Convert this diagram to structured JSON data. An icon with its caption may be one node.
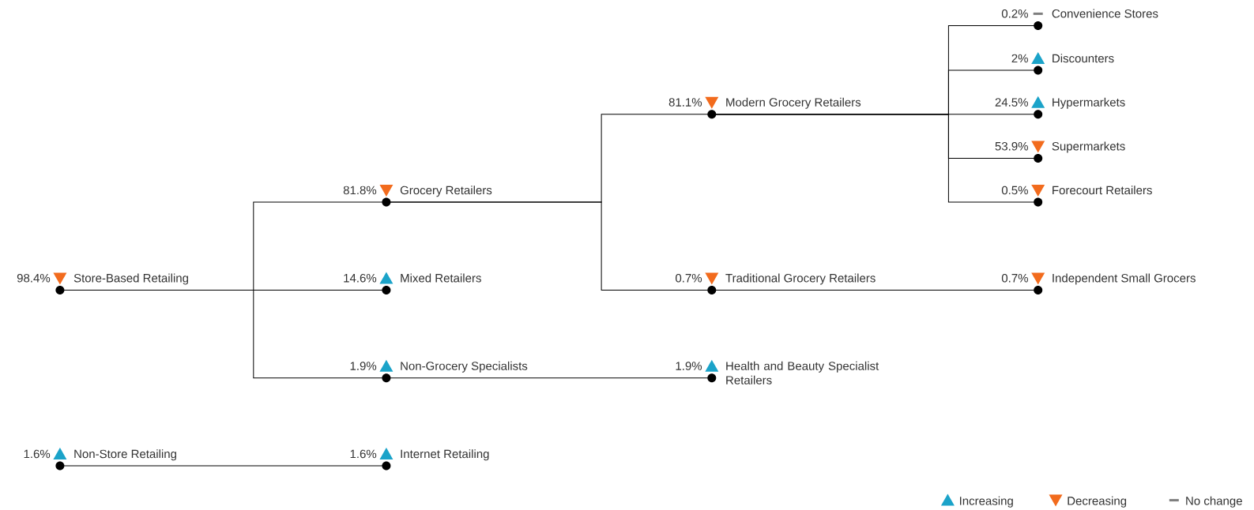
{
  "diagram": {
    "nodes": [
      {
        "text": [
          "98.4%",
          "Store-Based Retailing"
        ]
      },
      {
        "text": [
          "81.8%",
          "Grocery Retailers"
        ]
      },
      {
        "text": [
          "14.6%",
          "Mixed Retailers"
        ]
      },
      {
        "text": [
          "1.9%",
          "Non-Grocery Specialists"
        ]
      },
      {
        "text": [
          "81.1%",
          "Modern Grocery Retailers"
        ]
      },
      {
        "text": [
          "0.7%",
          "Traditional Grocery Retailers"
        ]
      },
      {
        "text": [
          "1.9%",
          "Health and Beauty Specialist Retailers"
        ]
      },
      {
        "text": [
          "0.2%",
          "Convenience Stores"
        ]
      },
      {
        "text": [
          "2%",
          "Discounters"
        ]
      },
      {
        "text": [
          "24.5%",
          "Hypermarkets"
        ]
      },
      {
        "text": [
          "53.9%",
          "Supermarkets"
        ]
      },
      {
        "text": [
          "0.5%",
          "Forecourt Retailers"
        ]
      },
      {
        "text": [
          "0.7%",
          "Independent Small Grocers"
        ]
      },
      {
        "text": [
          "1.6%",
          "Non-Store Retailing"
        ]
      },
      {
        "text": [
          "1.6%",
          "Internet Retailing"
        ]
      }
    ],
    "edges": [
      {
        "from": 0,
        "to": 1,
        "arrow": "none"
      },
      {
        "from": 0,
        "to": 2,
        "arrow": "none"
      },
      {
        "from": 0,
        "to": 3,
        "arrow": "none"
      },
      {
        "from": 1,
        "to": 4,
        "arrow": "none"
      },
      {
        "from": 1,
        "to": 5,
        "arrow": "none"
      },
      {
        "from": 3,
        "to": 6,
        "arrow": "none"
      },
      {
        "from": 4,
        "to": 7,
        "arrow": "none"
      },
      {
        "from": 4,
        "to": 8,
        "arrow": "none"
      },
      {
        "from": 4,
        "to": 9,
        "arrow": "none"
      },
      {
        "from": 4,
        "to": 10,
        "arrow": "none"
      },
      {
        "from": 4,
        "to": 11,
        "arrow": "none"
      },
      {
        "from": 5,
        "to": 12,
        "arrow": "none"
      },
      {
        "from": 13,
        "to": 14,
        "arrow": "none"
      }
    ],
    "legend": [
      {
        "text": "Increasing"
      },
      {
        "text": "Decreasing"
      },
      {
        "text": "No change"
      }
    ]
  }
}
